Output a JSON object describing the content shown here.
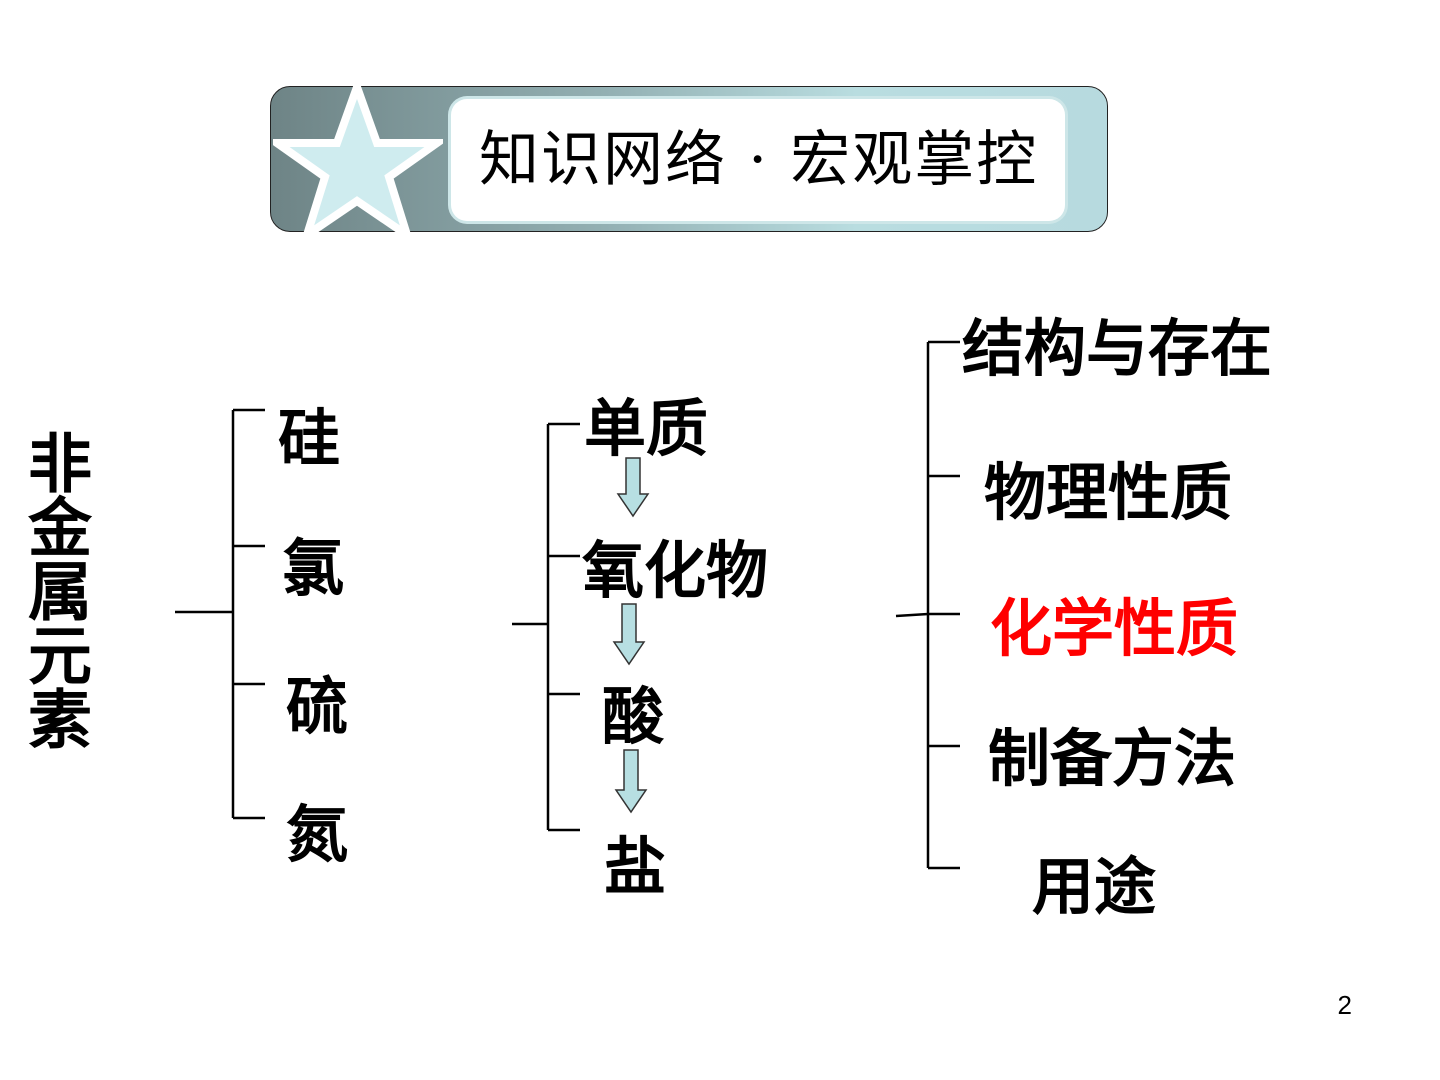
{
  "header": {
    "title": "知识网络 · 宏观掌控",
    "icon": "star-icon",
    "colors": {
      "banner_dark": "#6e8486",
      "banner_light": "#b9dde0",
      "star_fill": "#cfecef"
    }
  },
  "root": {
    "label": "非金属元素"
  },
  "elements": [
    {
      "label": "硅"
    },
    {
      "label": "氯"
    },
    {
      "label": "硫"
    },
    {
      "label": "氮"
    }
  ],
  "substances": [
    {
      "label": "单质"
    },
    {
      "label": "氧化物"
    },
    {
      "label": "酸"
    },
    {
      "label": "盐"
    }
  ],
  "aspects": [
    {
      "label": "结构与存在"
    },
    {
      "label": "物理性质"
    },
    {
      "label": "化学性质",
      "highlight_color": "#ff0000"
    },
    {
      "label": "制备方法"
    },
    {
      "label": "用途"
    }
  ],
  "page": {
    "number": "2"
  }
}
